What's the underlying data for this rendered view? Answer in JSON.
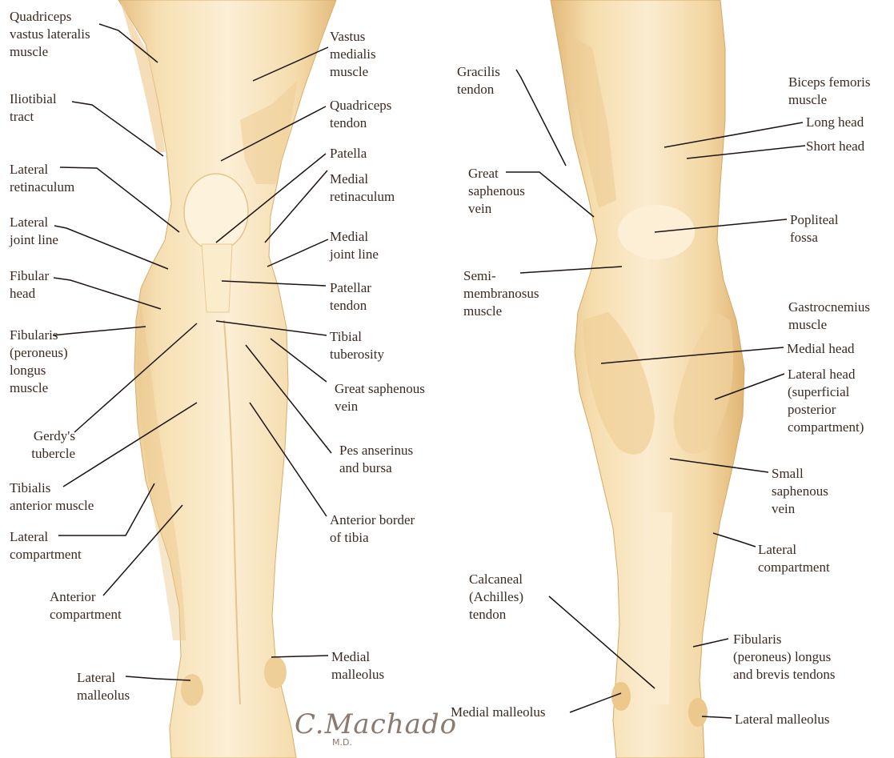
{
  "anterior_labels": {
    "quadriceps_vastus_lateralis": "Quadriceps\nvastus lateralis\nmuscle",
    "iliotibial_tract": "Iliotibial\ntract",
    "lateral_retinaculum": "Lateral\nretinaculum",
    "lateral_joint_line": "Lateral\njoint line",
    "fibular_head": "Fibular\nhead",
    "fibularis_longus": "Fibularis\n(peroneus)\nlongus\nmuscle",
    "gerdys_tubercle": "Gerdy's\ntubercle",
    "tibialis_anterior": "Tibialis\nanterior muscle",
    "lateral_compartment": "Lateral\ncompartment",
    "anterior_compartment": "Anterior\ncompartment",
    "lateral_malleolus": "Lateral\nmalleolus",
    "vastus_medialis": "Vastus\nmedialis\nmuscle",
    "quadriceps_tendon": "Quadriceps\ntendon",
    "patella": "Patella",
    "medial_retinaculum": "Medial\nretinaculum",
    "medial_joint_line": "Medial\njoint line",
    "patellar_tendon": "Patellar\ntendon",
    "tibial_tuberosity": "Tibial\ntuberosity",
    "great_saphenous_vein": "Great saphenous\nvein",
    "pes_anserinus": "Pes anserinus\nand bursa",
    "anterior_border_tibia": "Anterior border\nof tibia",
    "medial_malleolus": "Medial\nmalleolus"
  },
  "posterior_labels": {
    "gracilis_tendon": "Gracilis\ntendon",
    "great_saphenous_vein": "Great\nsaphenous\nvein",
    "semimembranosus": "Semi-\nmembranosus\nmuscle",
    "calcaneal_tendon": "Calcaneal\n(Achilles)\ntendon",
    "medial_malleolus": "Medial malleolus",
    "biceps_femoris": "Biceps femoris\nmuscle",
    "long_head": "Long head",
    "short_head": "Short head",
    "popliteal_fossa": "Popliteal\nfossa",
    "gastrocnemius": "Gastrocnemius\nmuscle",
    "medial_head": "Medial head",
    "lateral_head": "Lateral head\n(superficial\nposterior\ncompartment)",
    "small_saphenous_vein": "Small\nsaphenous\nvein",
    "lateral_compartment": "Lateral\ncompartment",
    "fibularis_tendons": "Fibularis\n(peroneus) longus\nand brevis tendons",
    "lateral_malleolus": "Lateral malleolus"
  },
  "signature": {
    "name": "C.Machado",
    "degree": "M.D."
  },
  "colors": {
    "skin_light": "#fbedd2",
    "skin_mid": "#f3d9a8",
    "skin_shadow": "#e4bd7f",
    "leader_line": "#1c1410",
    "label_text": "#3b2a22"
  }
}
